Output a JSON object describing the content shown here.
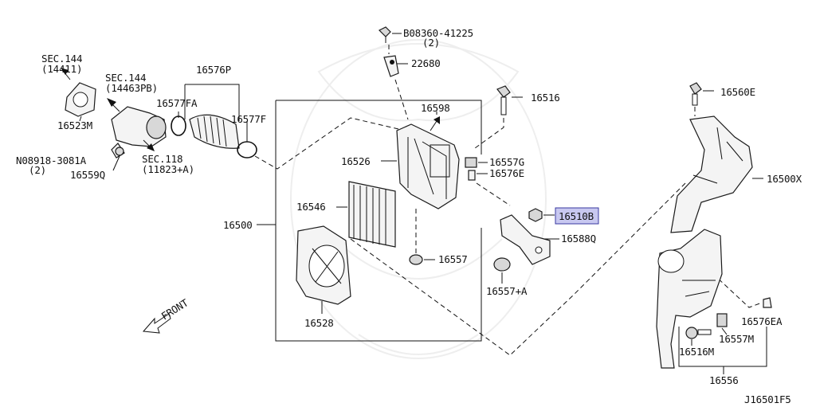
{
  "labels": {
    "sec144_a": "SEC.144",
    "sec144_a_sub": "(14411)",
    "sec144_b": "SEC.144",
    "sec144_b_sub": "(14463PB)",
    "p16576P": "16576P",
    "p16577FA": "16577FA",
    "p16577F": "16577F",
    "p16523M": "16523M",
    "sec118": "SEC.118",
    "sec118_sub": "(11823+A)",
    "bolt08918": "N08918-3081A",
    "bolt08918_qty": "(2)",
    "p16559Q": "16559Q",
    "bolt08360": "B08360-41225",
    "bolt08360_qty": "(2)",
    "p22680": "22680",
    "p16516": "16516",
    "p16598": "16598",
    "p16526": "16526",
    "p16557G": "16557G",
    "p16576E": "16576E",
    "p16546": "16546",
    "p16500": "16500",
    "p16510B": "16510B",
    "p16588Q": "16588Q",
    "p16557": "16557",
    "p16557A": "16557+A",
    "p16528": "16528",
    "front": "FRONT",
    "p16560E": "16560E",
    "p16500X": "16500X",
    "p16576EA": "16576EA",
    "p16557M": "16557M",
    "p16516M": "16516M",
    "p16556": "16556",
    "diagram_id": "J16501F5"
  },
  "highlight": {
    "part": "16510B",
    "fill": "#c8c8f0",
    "stroke": "#3a3aa0"
  }
}
